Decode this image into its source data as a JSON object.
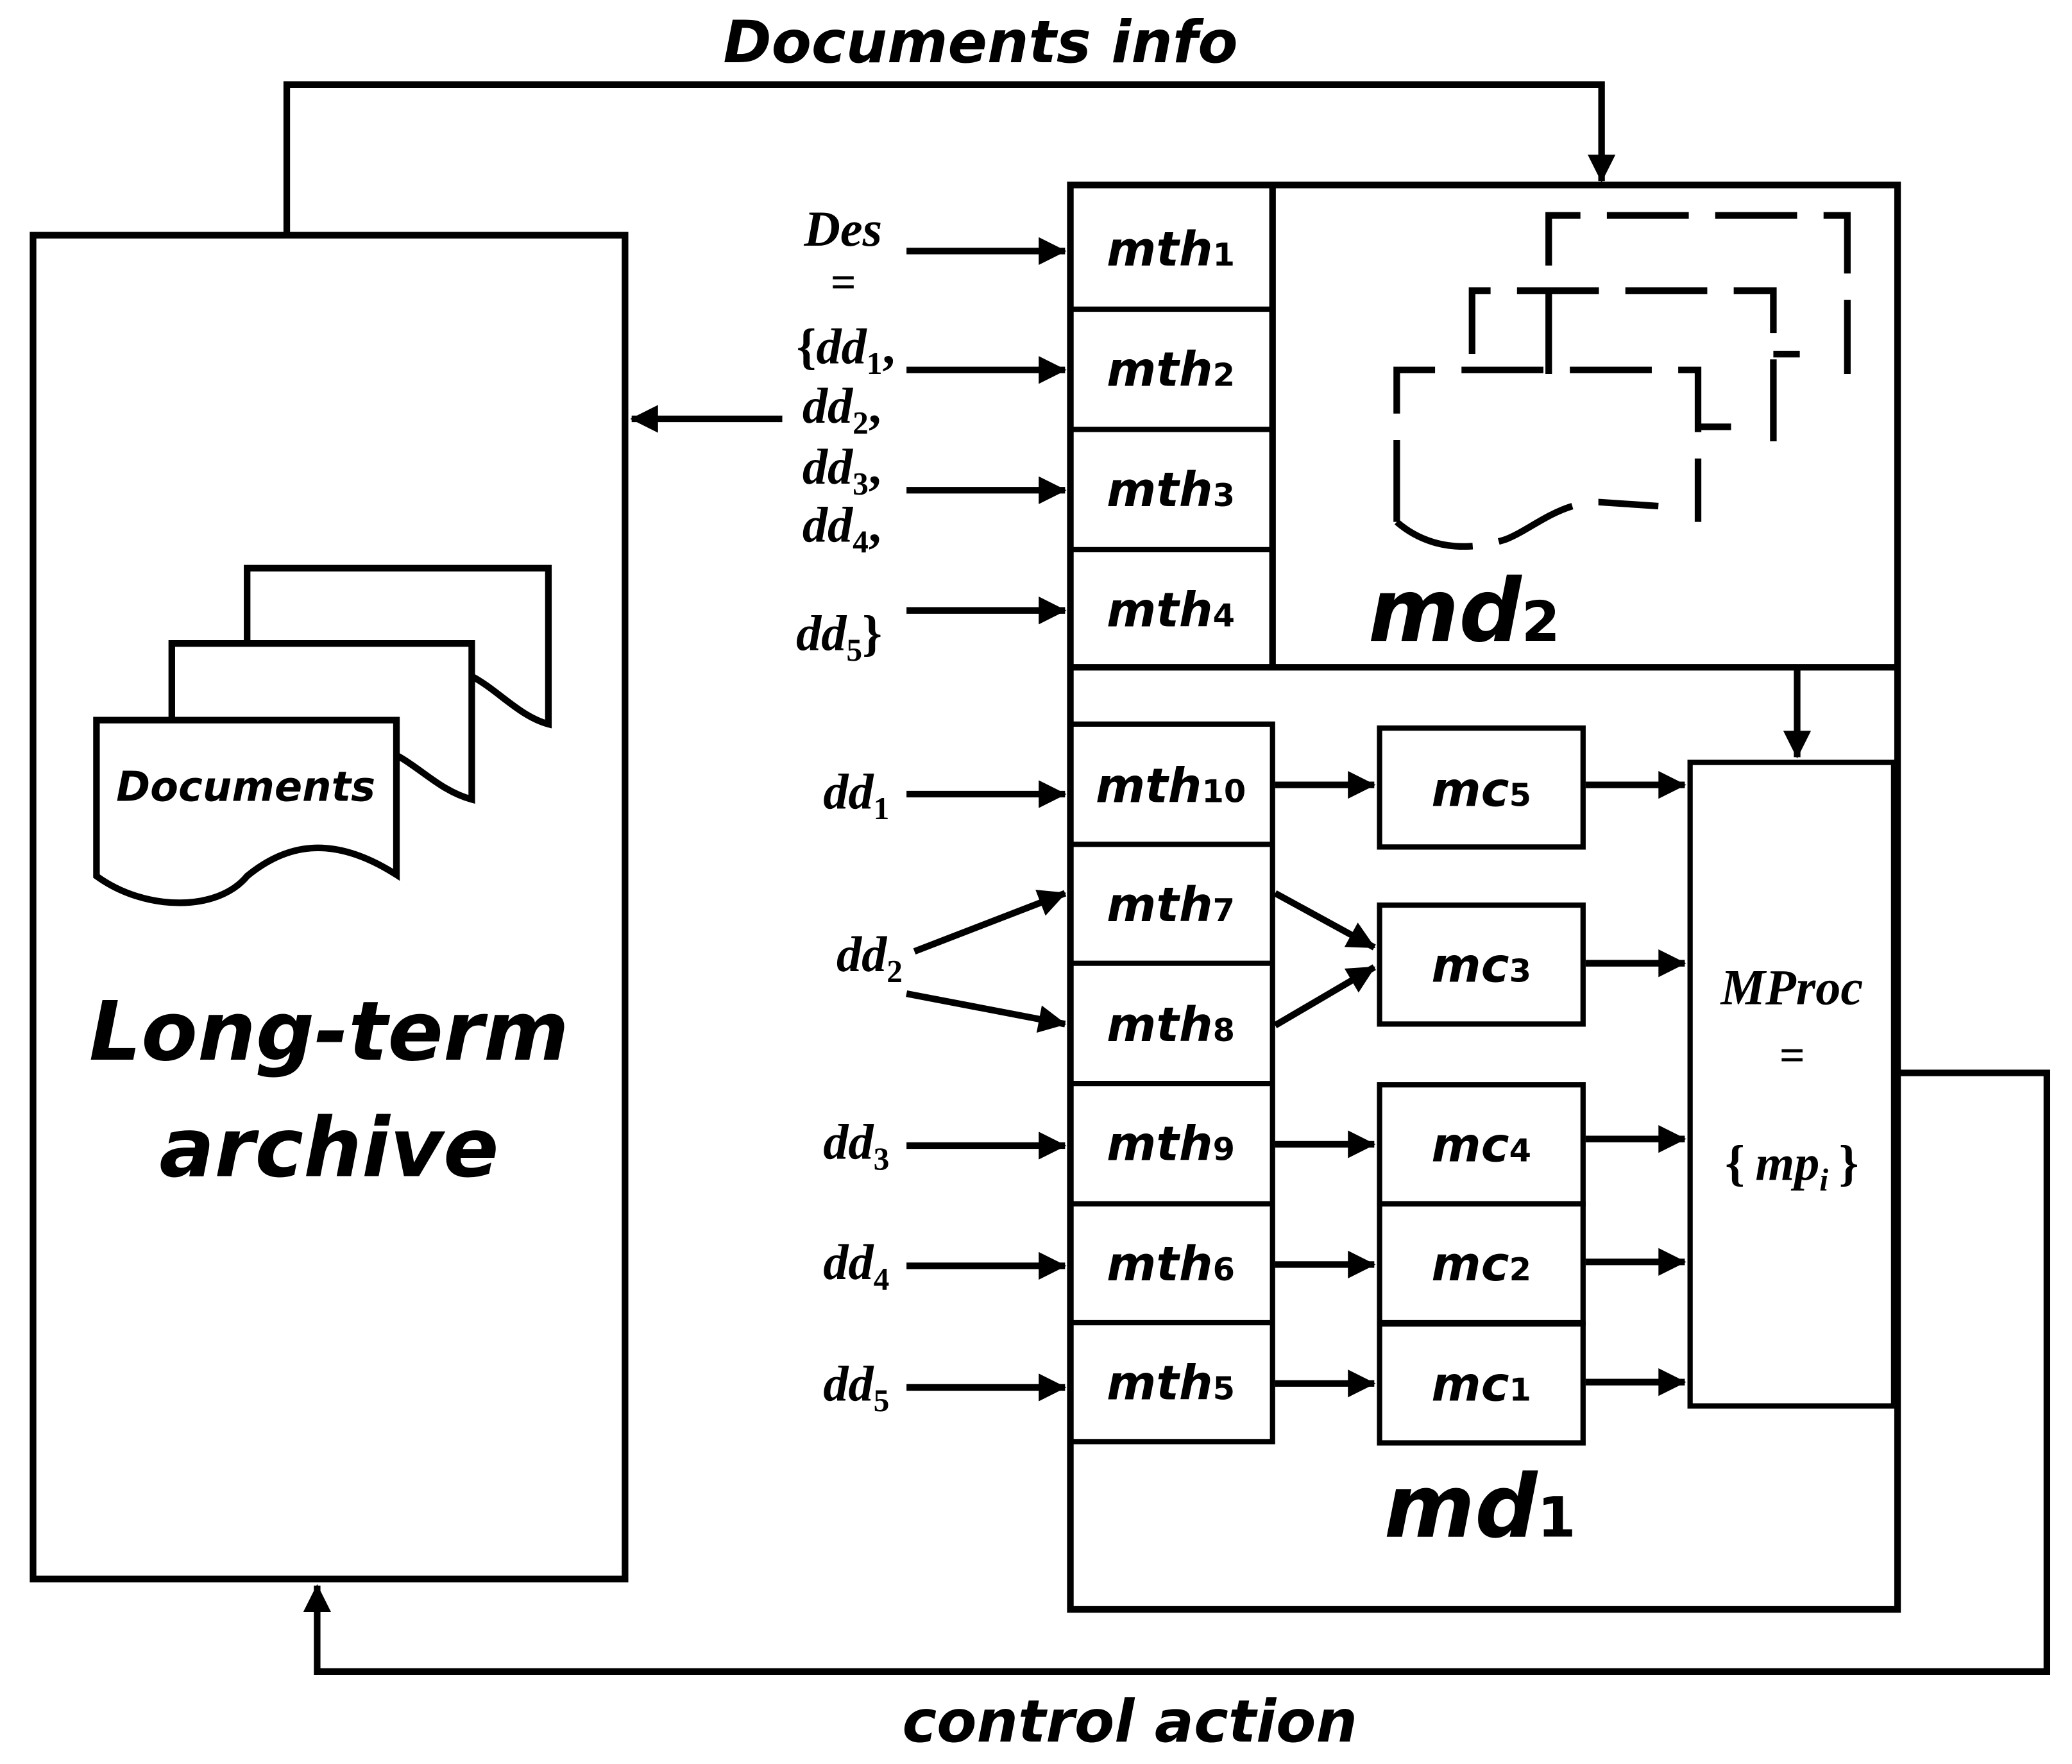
{
  "top_label": "Documents info",
  "bottom_label": "control action",
  "archive": {
    "title_line1": "Long-term",
    "title_line2": "archive",
    "documents_label": "Documents"
  },
  "descriptor_set": {
    "name": "Des",
    "equals": "=",
    "items": [
      {
        "prefix": "{",
        "base": "dd",
        "sub": "1",
        "suffix": ","
      },
      {
        "prefix": "",
        "base": "dd",
        "sub": "2",
        "suffix": ","
      },
      {
        "prefix": "",
        "base": "dd",
        "sub": "3",
        "suffix": ","
      },
      {
        "prefix": "",
        "base": "dd",
        "sub": "4",
        "suffix": ","
      },
      {
        "prefix": "",
        "base": "dd",
        "sub": "5",
        "suffix": "}"
      }
    ]
  },
  "md2": {
    "base": "md",
    "sub": "2",
    "methods": [
      {
        "base": "mth",
        "sub": "1"
      },
      {
        "base": "mth",
        "sub": "2"
      },
      {
        "base": "mth",
        "sub": "3"
      },
      {
        "base": "mth",
        "sub": "4"
      }
    ]
  },
  "md1": {
    "base": "md",
    "sub": "1",
    "inputs": [
      {
        "base": "dd",
        "sub": "1"
      },
      {
        "base": "dd",
        "sub": "2"
      },
      {
        "base": "dd",
        "sub": "3"
      },
      {
        "base": "dd",
        "sub": "4"
      },
      {
        "base": "dd",
        "sub": "5"
      }
    ],
    "methods": [
      {
        "base": "mth",
        "sub": "10"
      },
      {
        "base": "mth",
        "sub": "7"
      },
      {
        "base": "mth",
        "sub": "8"
      },
      {
        "base": "mth",
        "sub": "9"
      },
      {
        "base": "mth",
        "sub": "6"
      },
      {
        "base": "mth",
        "sub": "5"
      }
    ],
    "classifiers": [
      {
        "base": "mc",
        "sub": "5"
      },
      {
        "base": "mc",
        "sub": "3"
      },
      {
        "base": "mc",
        "sub": "4"
      },
      {
        "base": "mc",
        "sub": "2"
      },
      {
        "base": "mc",
        "sub": "1"
      }
    ],
    "mproc": {
      "name": "MProc",
      "equals": "=",
      "set_open": "{",
      "element_base": "mp",
      "element_sub": "i",
      "set_close": "}"
    }
  }
}
